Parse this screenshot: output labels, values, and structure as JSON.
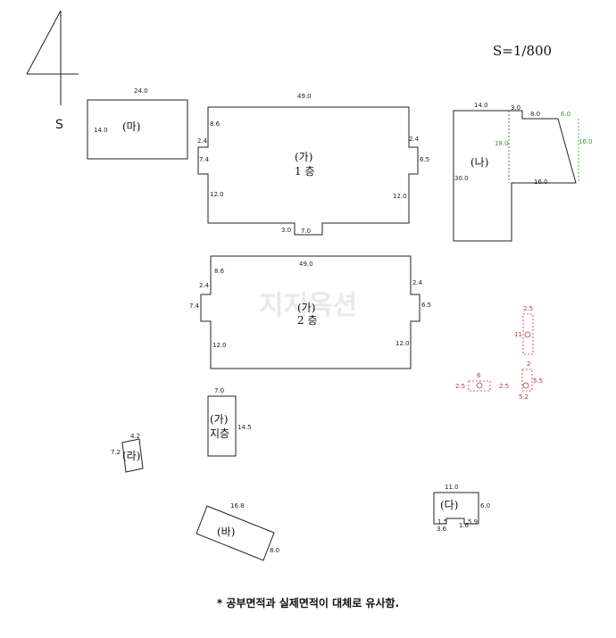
{
  "scale": "S=1/800",
  "north_label": "S",
  "watermark": "지지옥션",
  "footnote": "* 공부면적과 실제면적이 대체로 유사함.",
  "buildings": {
    "ma": {
      "label": "(마)",
      "dims": {
        "top": "24.0",
        "left": "14.0"
      }
    },
    "ga1": {
      "label": "(가)",
      "floor": "1 층",
      "dims": {
        "top": "49.0",
        "tl": "8.6",
        "l1": "2.4",
        "l2": "7.4",
        "l3": "12.0",
        "r1": "2.4",
        "r2": "6.5",
        "r3": "12.0",
        "b1": "3.0",
        "b2": "7.0"
      }
    },
    "na": {
      "label": "(나)",
      "dims": {
        "t1": "14.0",
        "t2": "3.0",
        "t3": "8.0",
        "green1": "6.0",
        "green2": "18.0",
        "green3": "16.0",
        "left": "30.0",
        "bottom": "16.0"
      }
    },
    "ga2": {
      "label": "(가)",
      "floor": "2 층",
      "dims": {
        "top": "49.0",
        "tl": "8.6",
        "l1": "2.4",
        "l2": "7.4",
        "l3": "12.0",
        "r1": "2.4",
        "r2": "6.5",
        "r3": "12.0"
      }
    },
    "gab": {
      "label": "(가)",
      "floor": "지층",
      "dims": {
        "top": "7.0",
        "right": "14.5"
      }
    },
    "ra": {
      "label": "(라)",
      "dims": {
        "top": "4.2",
        "left": "7.2"
      }
    },
    "da": {
      "label": "(다)",
      "dims": {
        "top": "11.0",
        "right": "6.0",
        "b1": "3.6",
        "b2": "1.5",
        "b3": "1.6",
        "b4": "5.9"
      }
    },
    "ba": {
      "label": "(바)",
      "dims": {
        "top": "16.8",
        "right": "8.0"
      }
    }
  },
  "red_boxes": {
    "a": {
      "top": "2.5",
      "left": "11"
    },
    "b": {
      "top": "2",
      "left": "2.5",
      "right": "5.5",
      "bottom": "5.2"
    },
    "c": {
      "top": "6",
      "left": "2.5"
    }
  },
  "colors": {
    "line": "#222222",
    "red": "#c0333a",
    "green": "#3a9a30"
  }
}
